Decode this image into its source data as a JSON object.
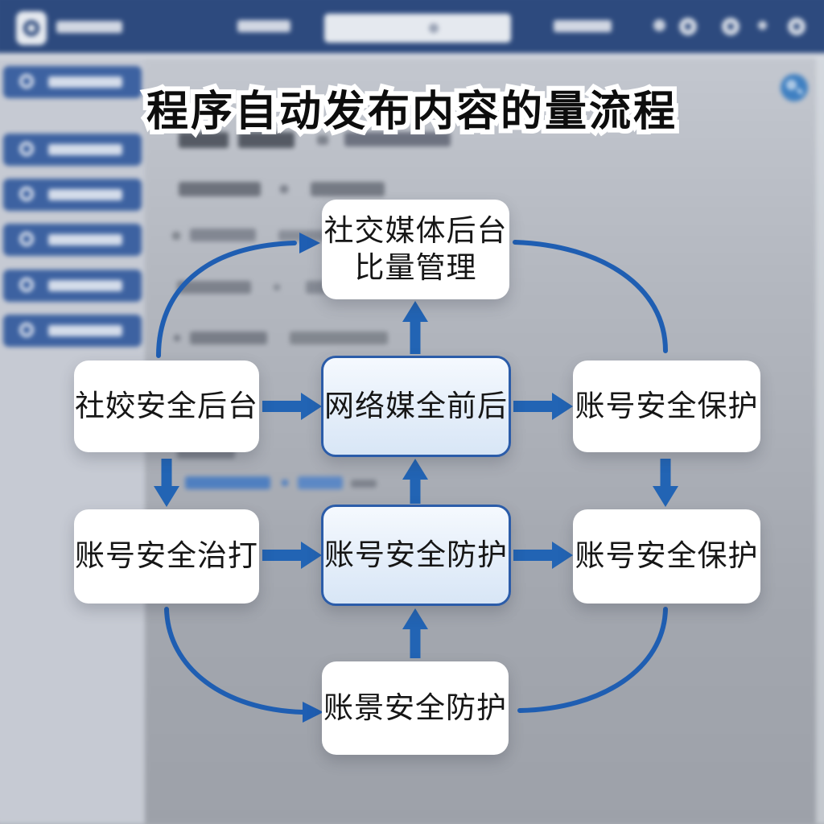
{
  "title": {
    "text": "程序自动发布内容的量流程"
  },
  "flowchart": {
    "nodes": [
      {
        "id": "top",
        "lines": [
          "社交媒体后台",
          "比量管理"
        ],
        "highlighted": false
      },
      {
        "id": "mid-left",
        "label": "社姣安全后台",
        "highlighted": false
      },
      {
        "id": "mid-center",
        "label": "网络媒全前后",
        "highlighted": true
      },
      {
        "id": "mid-right",
        "label": "账号安全保护",
        "highlighted": false
      },
      {
        "id": "low-left",
        "label": "账号安全治打",
        "highlighted": false
      },
      {
        "id": "low-center",
        "label": "账号安全防护",
        "highlighted": true
      },
      {
        "id": "low-right",
        "label": "账号安全保护",
        "highlighted": false
      },
      {
        "id": "bottom",
        "label": "账景安全防护",
        "highlighted": false
      }
    ],
    "edges": [
      {
        "from": "mid-left",
        "to": "top",
        "style": "curved"
      },
      {
        "from": "top",
        "to": "mid-right",
        "style": "curved"
      },
      {
        "from": "mid-center",
        "to": "top",
        "style": "straight-up"
      },
      {
        "from": "mid-left",
        "to": "mid-center",
        "style": "straight-right"
      },
      {
        "from": "mid-center",
        "to": "mid-right",
        "style": "straight-right"
      },
      {
        "from": "mid-left",
        "to": "low-left",
        "style": "straight-down"
      },
      {
        "from": "mid-right",
        "to": "low-right",
        "style": "straight-down"
      },
      {
        "from": "low-center",
        "to": "mid-center",
        "style": "straight-up"
      },
      {
        "from": "low-left",
        "to": "low-center",
        "style": "straight-right"
      },
      {
        "from": "low-center",
        "to": "low-right",
        "style": "straight-right"
      },
      {
        "from": "bottom",
        "to": "low-center",
        "style": "straight-up"
      },
      {
        "from": "low-left",
        "to": "bottom",
        "style": "curved"
      },
      {
        "from": "low-right",
        "to": "bottom",
        "style": "curved"
      }
    ]
  },
  "colors": {
    "arrow": "#1f5eb2",
    "node_border": "#2b5ca9",
    "navbar": "#2d4a7e",
    "sidebar_button": "#3d62a1",
    "search_accent": "#3f80c2"
  }
}
